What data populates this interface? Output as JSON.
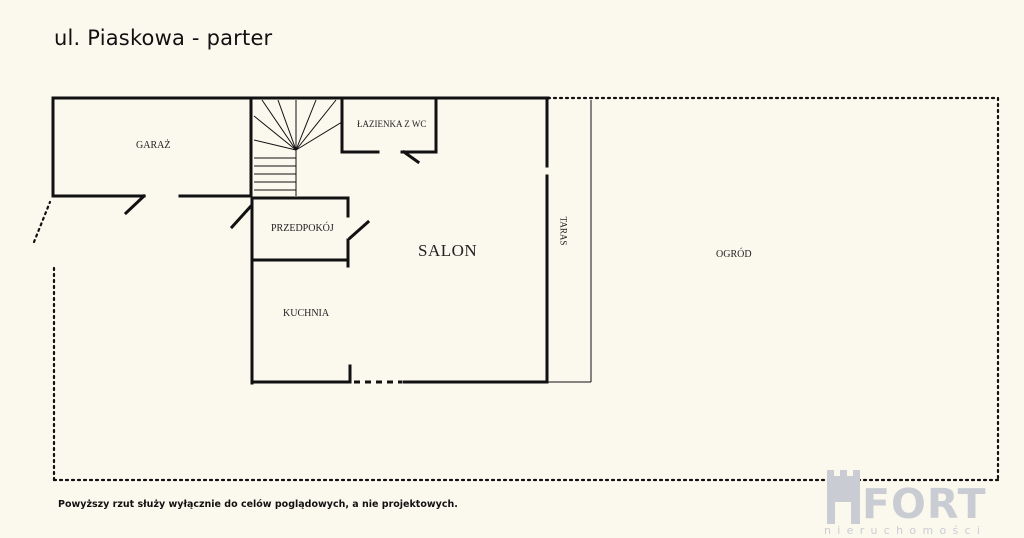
{
  "title": "ul. Piaskowa - parter",
  "rooms": {
    "garaz": "GARAŻ",
    "lazienka": "ŁAZIENKA Z WC",
    "przedpokoj": "PRZEDPOKÓJ",
    "salon": "SALON",
    "kuchnia": "KUCHNIA",
    "taras": "TARAS",
    "ogrod": "OGRÓD"
  },
  "disclaimer": "Powyższy rzut służy wyłącznie do celów poglądowych, a nie projektowych.",
  "logo": {
    "word": "FORT",
    "tagline": "nieruchomości",
    "color": "#c9cdd3"
  },
  "colors": {
    "background": "#fbf8ee",
    "wall": "#111111"
  }
}
